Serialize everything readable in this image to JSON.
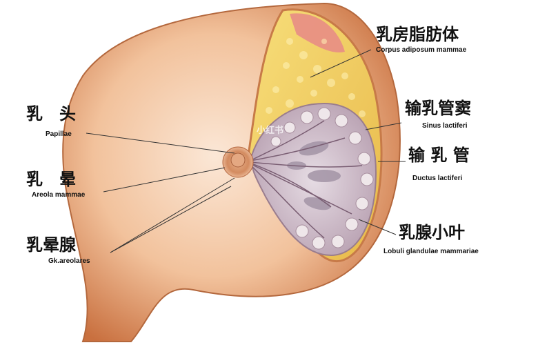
{
  "labels": {
    "nipple": {
      "zh": "乳　头",
      "la": "Papillae"
    },
    "areola": {
      "zh": "乳　晕",
      "la": "Areola mammae"
    },
    "areolar_glands": {
      "zh": "乳晕腺",
      "la": "Gk.areolares"
    },
    "fat": {
      "zh": "乳房脂肪体",
      "la": "Corpus adiposum mammae"
    },
    "sinus": {
      "zh": "输乳管窦",
      "la": "Sinus lactiferi"
    },
    "duct": {
      "zh": "输 乳 管",
      "la": "Ductus lactiferi"
    },
    "lobules": {
      "zh": "乳腺小叶",
      "la": "Lobuli glandulae mammariae"
    }
  },
  "watermark": "小红书",
  "colors": {
    "skin": "#e9a77a",
    "skin_light": "#f7dcc4",
    "fat": "#f0cf5c",
    "gland": "#c9b8c4",
    "leader": "#333333"
  }
}
